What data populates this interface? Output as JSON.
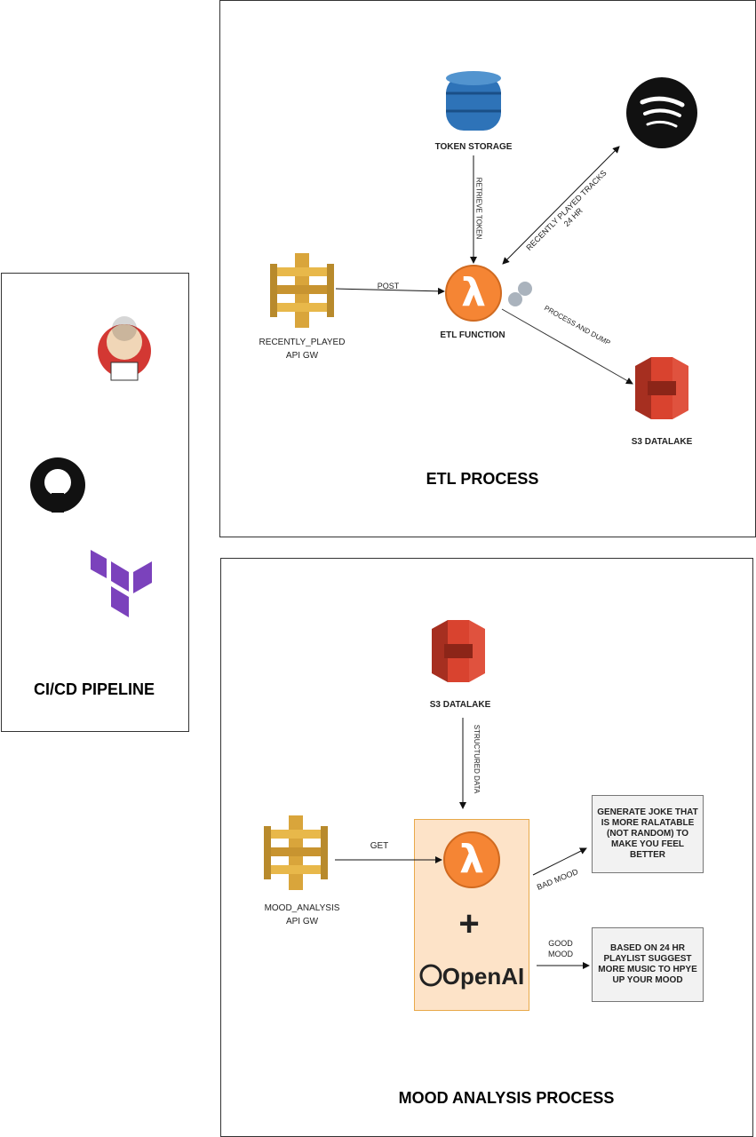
{
  "cicd": {
    "title": "CI/CD PIPELINE",
    "icons": [
      "jenkins-icon",
      "github-icon",
      "terraform-icon"
    ]
  },
  "etl": {
    "title": "ETL PROCESS",
    "token_storage": "TOKEN STORAGE",
    "retrieve_token": "RETRIEVE TOKEN",
    "recently_played_tracks": "RECENTLY PLAYED TRACKS",
    "hours": "24 HR",
    "api_gw_name": "RECENTLY_PLAYED",
    "api_gw": "API GW",
    "post": "POST",
    "etl_function": "ETL FUNCTION",
    "process_and_dump": "PROCESS AND DUMP",
    "s3": "S3 DATALAKE"
  },
  "mood": {
    "title": "MOOD ANALYSIS PROCESS",
    "s3": "S3 DATALAKE",
    "structured_data": "STRUCTURED DATA",
    "api_gw_name": "MOOD_ANALYSIS",
    "api_gw": "API GW",
    "get": "GET",
    "plus": "+",
    "openai": "OpenAI",
    "bad_mood": "BAD MOOD",
    "good_mood_1": "GOOD",
    "good_mood_2": "MOOD",
    "bad_result": "GENERATE JOKE THAT IS MORE RALATABLE (NOT RANDOM) TO MAKE YOU FEEL BETTER",
    "good_result": "BASED ON 24 HR PLAYLIST SUGGEST MORE MUSIC TO HPYE UP YOUR MOOD"
  },
  "colors": {
    "lambda": "#f58534",
    "s3": "#d9432f",
    "api_gw": "#d9a53b",
    "dynamodb": "#2e73b8",
    "terraform": "#7b42bc",
    "openai_box": "#fde3c8"
  }
}
